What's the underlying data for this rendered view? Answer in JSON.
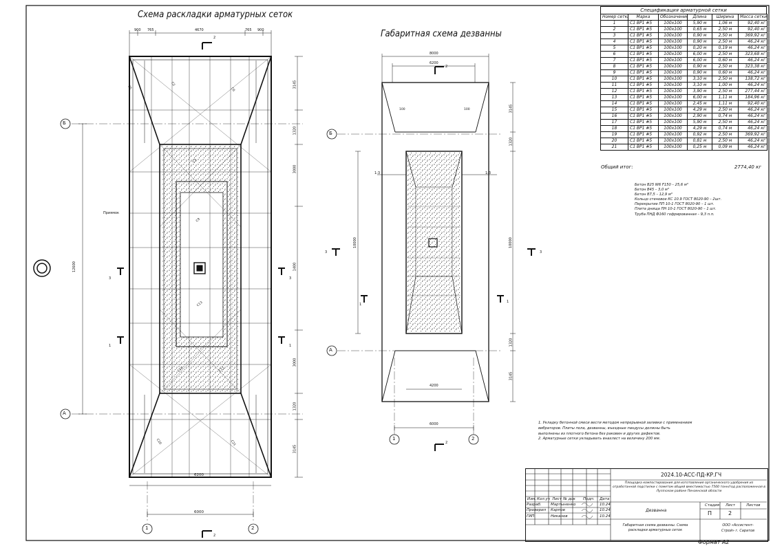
{
  "titles": {
    "mesh_scheme": "Схема раскладки арматурных сеток",
    "overall_scheme": "Габаритная схема дезванны"
  },
  "left_plan": {
    "dims_top": [
      "900",
      "765",
      "4670",
      "765",
      "900"
    ],
    "dims_right": [
      "3145",
      "1320",
      "3000",
      "1400",
      "3000",
      "1320",
      "3145"
    ],
    "dim_left_total": "12600",
    "dim_bottom_inner": "6200",
    "dim_bottom_total": "6000",
    "callout": "Приямок",
    "section_marks": [
      "2",
      "3",
      "3",
      "1",
      "1",
      "2"
    ],
    "axes": [
      "Б",
      "А",
      "1",
      "2"
    ],
    "mesh_labels": [
      "С5",
      "С2",
      "С6",
      "С3",
      "С9",
      "С13",
      "С10",
      "С11",
      "С20",
      "С21"
    ]
  },
  "right_plan": {
    "dim_top_total": "8000",
    "dim_top_inner": "6200",
    "dims_right": [
      "3145",
      "1320",
      "10000",
      "1320",
      "3145"
    ],
    "dim_left": "10000",
    "dim_bottom_inner": "4200",
    "dim_bottom_total": "6000",
    "slope_left": "1:3",
    "slope_right": "1:3",
    "dims_small": [
      "100",
      "100"
    ],
    "section_marks": [
      "2",
      "3",
      "3",
      "1",
      "1",
      "2"
    ],
    "axes": [
      "Б",
      "А",
      "1",
      "2"
    ]
  },
  "spec": {
    "caption": "Спецификация арматурной сетки",
    "headers": [
      "Номер сетки",
      "Марка",
      "Обозначение",
      "Длина",
      "Ширина",
      "Масса сетки"
    ],
    "rows": [
      [
        "1",
        "С1 ВР1 #5",
        "100х100",
        "5,90 м",
        "1,06 м",
        "92,40 кг"
      ],
      [
        "2",
        "С1 ВР1 #5",
        "100х100",
        "0,65 м",
        "2,50 м",
        "92,40 кг"
      ],
      [
        "3",
        "С1 ВР1 #5",
        "100х100",
        "0,90 м",
        "2,50 м",
        "369,92 кг"
      ],
      [
        "4",
        "С1 ВР1 #5",
        "100х100",
        "0,90 м",
        "2,50 м",
        "46,24 кг"
      ],
      [
        "5",
        "С1 ВР1 #5",
        "100х100",
        "0,20 м",
        "0,19 м",
        "46,24 кг"
      ],
      [
        "6",
        "С1 ВР1 #5",
        "100х100",
        "6,00 м",
        "2,50 м",
        "323,68 кг"
      ],
      [
        "7",
        "С1 ВР1 #5",
        "100х100",
        "6,00 м",
        "0,60 м",
        "46,24 кг"
      ],
      [
        "8",
        "С1 ВР1 #5",
        "100х100",
        "0,90 м",
        "2,50 м",
        "323,38 кг"
      ],
      [
        "9",
        "С1 ВР1 #5",
        "100х100",
        "0,90 м",
        "0,60 м",
        "46,24 кг"
      ],
      [
        "10",
        "С1 ВР1 #5",
        "100х100",
        "3,10 м",
        "2,50 м",
        "138,72 кг"
      ],
      [
        "11",
        "С1 ВР1 #5",
        "100х100",
        "3,10 м",
        "1,00 м",
        "46,24 кг"
      ],
      [
        "12",
        "С1 ВР1 #5",
        "100х100",
        "3,90 м",
        "2,50 м",
        "277,44 кг"
      ],
      [
        "13",
        "С1 ВР1 #5",
        "100х100",
        "6,00 м",
        "1,11 м",
        "184,96 кг"
      ],
      [
        "14",
        "С1 ВР1 #5",
        "100х100",
        "2,45 м",
        "1,11 м",
        "92,40 кг"
      ],
      [
        "15",
        "С1 ВР1 #5",
        "100х100",
        "4,29 м",
        "2,50 м",
        "46,24 кг"
      ],
      [
        "16",
        "С1 ВР1 #5",
        "100х100",
        "2,90 м",
        "0,74 м",
        "46,24 кг"
      ],
      [
        "17",
        "С1 ВР1 #5",
        "100х100",
        "5,90 м",
        "2,50 м",
        "46,24 кг"
      ],
      [
        "18",
        "С1 ВР1 #5",
        "100х100",
        "4,29 м",
        "0,74 м",
        "46,24 кг"
      ],
      [
        "19",
        "С1 ВР1 #5",
        "100х100",
        "0,92 м",
        "2,50 м",
        "369,92 кг"
      ],
      [
        "20",
        "С1 ВР1 #5",
        "100х100",
        "0,81 м",
        "2,50 м",
        "46,24 кг"
      ],
      [
        "21",
        "С1 ВР1 #5",
        "100х100",
        "0,25 м",
        "0,09 м",
        "46,24 кг"
      ]
    ],
    "total_label": "Общий итог:",
    "total_value": "2774,40 кг"
  },
  "materials": [
    "Бетон В25 W6 F150 – 25,6 м³",
    "Бетон В45 – 3,0 м³",
    "Бетон В7,5 – 12,9 м³",
    "Кольцо стеновое КС 10.9 ГОСТ 8020-90 – 2шт.",
    "Перекрытие ПП 10-1 ГОСТ 8020-90                – 1 шт.",
    "Плита днища ПН 10-1 ГОСТ 8020-90 – 1 шт.",
    "Труба ПНД Ф160 гофрированная – 9,3 п.п."
  ],
  "notes": [
    "1. Укладку бетонной смеси вести методом непрерывной заливки с применением",
    "вибраторов. Плиты пола, дезванны, въездные пандусы должны быть",
    "выполнены из плотного бетона без раковин и других дефектов.",
    "2. Арматурные сетки укладывать внахлест на величину 200 мм."
  ],
  "title_block": {
    "doc_code": "2024.10-АСС-ПД-КР.ГЧ",
    "project": "Площадка компостирования для изготовления органического удобрения из отработанной подстилки с пометом общей вместимостью 7500 тонн/год расположенная в Луninском районе Пензенской области",
    "headers": [
      "Изм.",
      "Кол.уч",
      "Лист",
      "№ док",
      "Подп.",
      "Дата"
    ],
    "people": [
      {
        "role": "Разраб.",
        "name": "Мартыненко",
        "date": "10.24"
      },
      {
        "role": "Проверил",
        "name": "Карпов",
        "date": "10.24"
      },
      {
        "role": "ГИП",
        "name": "Никанов",
        "date": "10.24"
      }
    ],
    "object": "Дезванна",
    "stage_label": "Стадия",
    "sheet_label": "Лист",
    "sheets_label": "Листов",
    "stage": "П",
    "sheet": "2",
    "sheets": "",
    "drawing_title": "Габаритная схема дезванны. Схема раскладки арматурных сеток",
    "company": "ООО «Ассистент-Строй» г. Саратов",
    "format": "Формат А2"
  }
}
